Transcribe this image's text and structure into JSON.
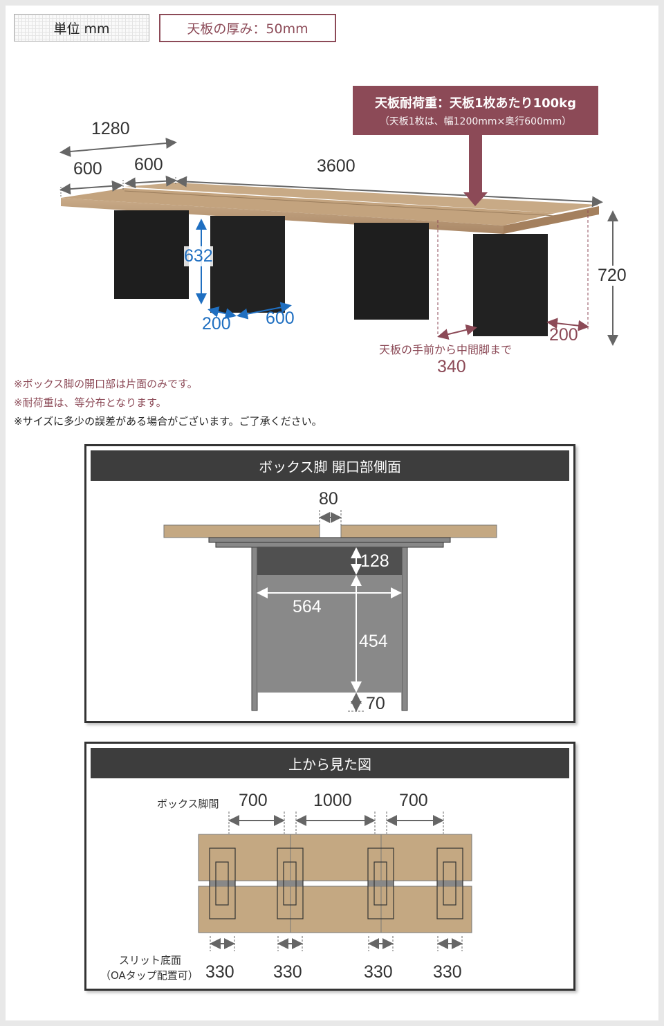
{
  "header": {
    "unit_label": "単位 mm",
    "top_thickness_label": "天板の厚み：50mm"
  },
  "load_callout": {
    "title": "天板耐荷重：天板1枚あたり100kg",
    "subtitle": "（天板1枚は、幅1200mm×奥行600mm）"
  },
  "perspective": {
    "depth_total": "1280",
    "depth_front": "600",
    "depth_back": "600",
    "width": "3600",
    "height": "720",
    "leg_height": "632",
    "leg_depth": "200",
    "leg_width": "600",
    "edge_to_leg": "200",
    "front_to_middle_leg_label": "天板の手前から中間脚まで",
    "front_to_middle_leg": "340"
  },
  "notes": [
    "※ボックス脚の開口部は片面のみです。",
    "※耐荷重は、等分布となります。",
    "※サイズに多少の誤差がある場合がございます。ご了承ください。"
  ],
  "side_panel": {
    "title": "ボックス脚 開口部側面",
    "gap": "80",
    "top_band": "128",
    "inner_width": "564",
    "inner_height": "454",
    "bottom_clearance": "70"
  },
  "top_panel": {
    "title": "上から見た図",
    "leg_spacing_label": "ボックス脚間",
    "spacings": [
      "700",
      "1000",
      "700"
    ],
    "slit_label_line1": "スリット底面",
    "slit_label_line2": "（OAタップ配置可）",
    "slits": [
      "330",
      "330",
      "330",
      "330"
    ]
  },
  "colors": {
    "accent": "#8c4a57",
    "blue_dim": "#1f6fc1",
    "wood": "#c4a882",
    "panel_head": "#3d3d3d",
    "leg": "#1e1e1e"
  }
}
